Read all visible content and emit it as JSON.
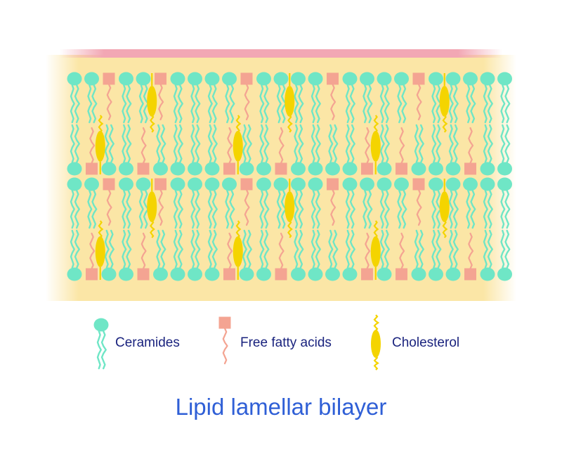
{
  "title": "Lipid lamellar bilayer",
  "legend": [
    {
      "label": "Ceramides",
      "icon": "ceramide-icon"
    },
    {
      "label": "Free fatty acids",
      "icon": "fatty-acid-icon"
    },
    {
      "label": "Cholesterol",
      "icon": "cholesterol-icon"
    }
  ],
  "colors": {
    "ceramide": "#6fe6c6",
    "fatty_acid": "#f4a492",
    "cholesterol": "#f4d400",
    "matrix": "#fbe6a6",
    "top_edge": "#f2a7b4",
    "title": "#2f5fd6",
    "legend_text": "#1a237e"
  }
}
